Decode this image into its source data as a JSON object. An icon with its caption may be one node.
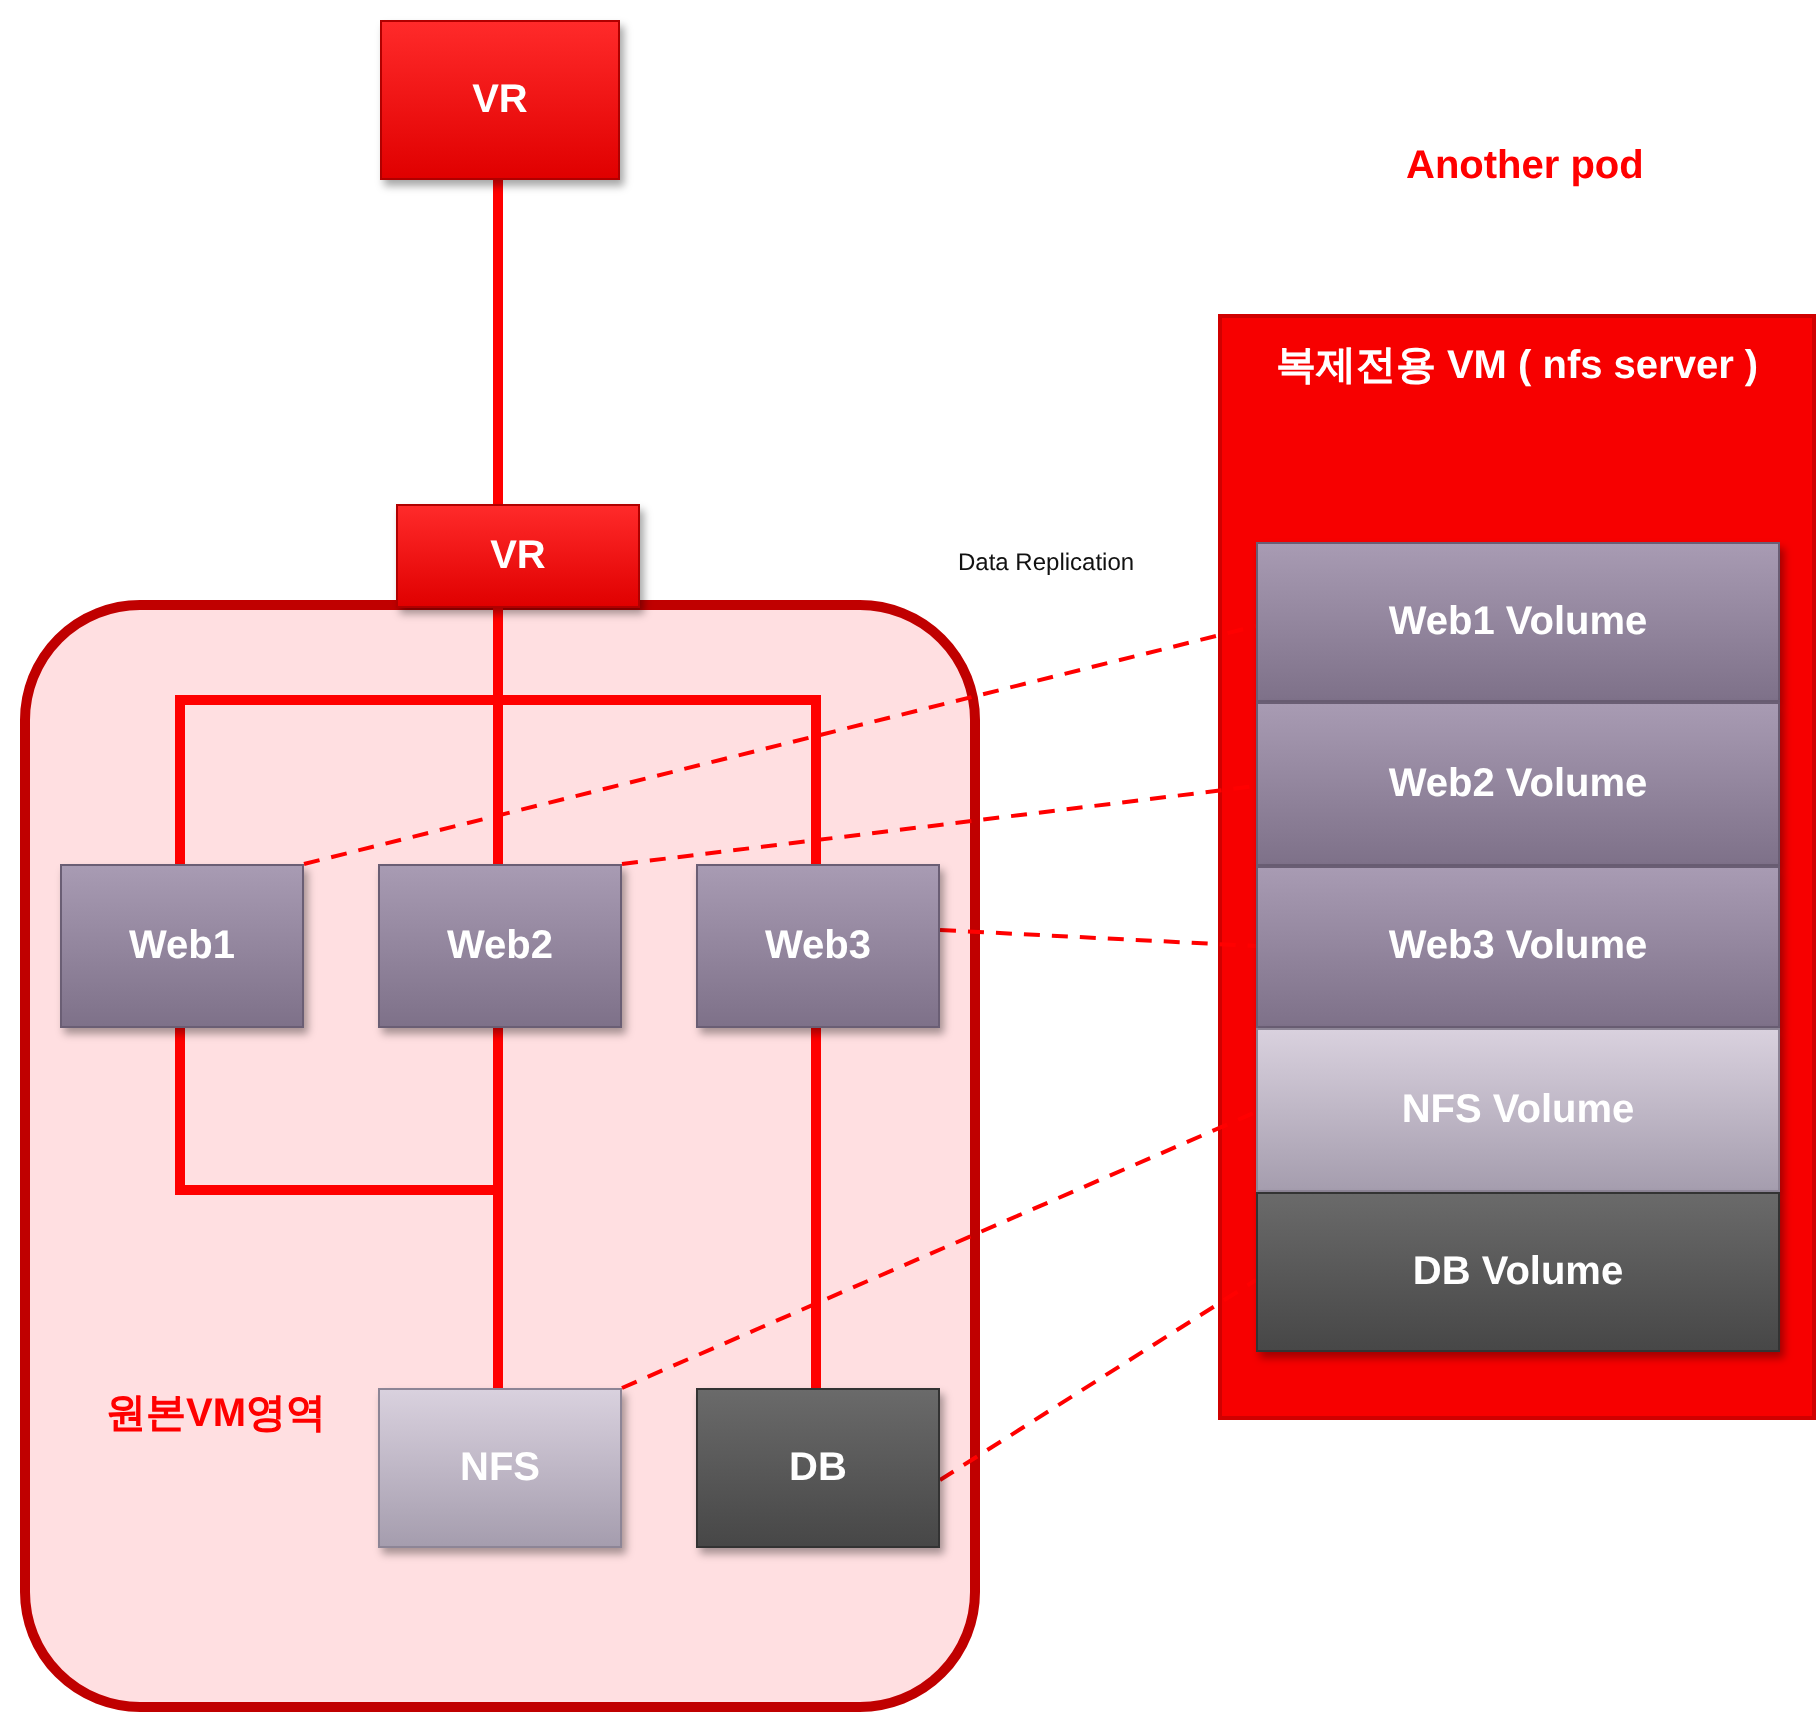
{
  "diagram": {
    "nodes": [
      {
        "text": [
          "VR"
        ]
      },
      {
        "text": [
          "원본VM영역"
        ]
      },
      {
        "text": [
          "VR"
        ]
      },
      {
        "text": [
          "Web1"
        ],
        "in": 1
      },
      {
        "text": [
          "Web2"
        ],
        "in": 1
      },
      {
        "text": [
          "Web3"
        ],
        "in": 1
      },
      {
        "text": [
          "NFS"
        ],
        "in": 1
      },
      {
        "text": [
          "DB"
        ],
        "in": 1
      },
      {
        "text": [
          "복제전용 VM ( nfs server )"
        ]
      },
      {
        "text": [
          "Web1 Volume"
        ],
        "in": 8
      },
      {
        "text": [
          "Web2 Volume"
        ],
        "in": 8
      },
      {
        "text": [
          "Web3 Volume"
        ],
        "in": 8
      },
      {
        "text": [
          "NFS Volume"
        ],
        "in": 8
      },
      {
        "text": [
          "DB Volume"
        ],
        "in": 8
      }
    ],
    "edges": [
      {
        "from": 0,
        "to": 2,
        "arrow": "none"
      },
      {
        "from": 2,
        "to": 3,
        "arrow": "none"
      },
      {
        "from": 2,
        "to": 4,
        "arrow": "none"
      },
      {
        "from": 2,
        "to": 5,
        "arrow": "none"
      },
      {
        "from": 3,
        "to": 6,
        "arrow": "none"
      },
      {
        "from": 4,
        "to": 6,
        "arrow": "none"
      },
      {
        "from": 5,
        "to": 7,
        "arrow": "none"
      },
      {
        "from": 3,
        "to": 9,
        "arrow": "none",
        "style": "dashed"
      },
      {
        "from": 4,
        "to": 10,
        "arrow": "none",
        "style": "dashed"
      },
      {
        "from": 5,
        "to": 11,
        "arrow": "none",
        "style": "dashed"
      },
      {
        "from": 6,
        "to": 12,
        "arrow": "none",
        "style": "dashed"
      },
      {
        "from": 7,
        "to": 13,
        "arrow": "none",
        "style": "dashed"
      }
    ],
    "labels": [
      "Another pod",
      "Data Replication"
    ]
  }
}
